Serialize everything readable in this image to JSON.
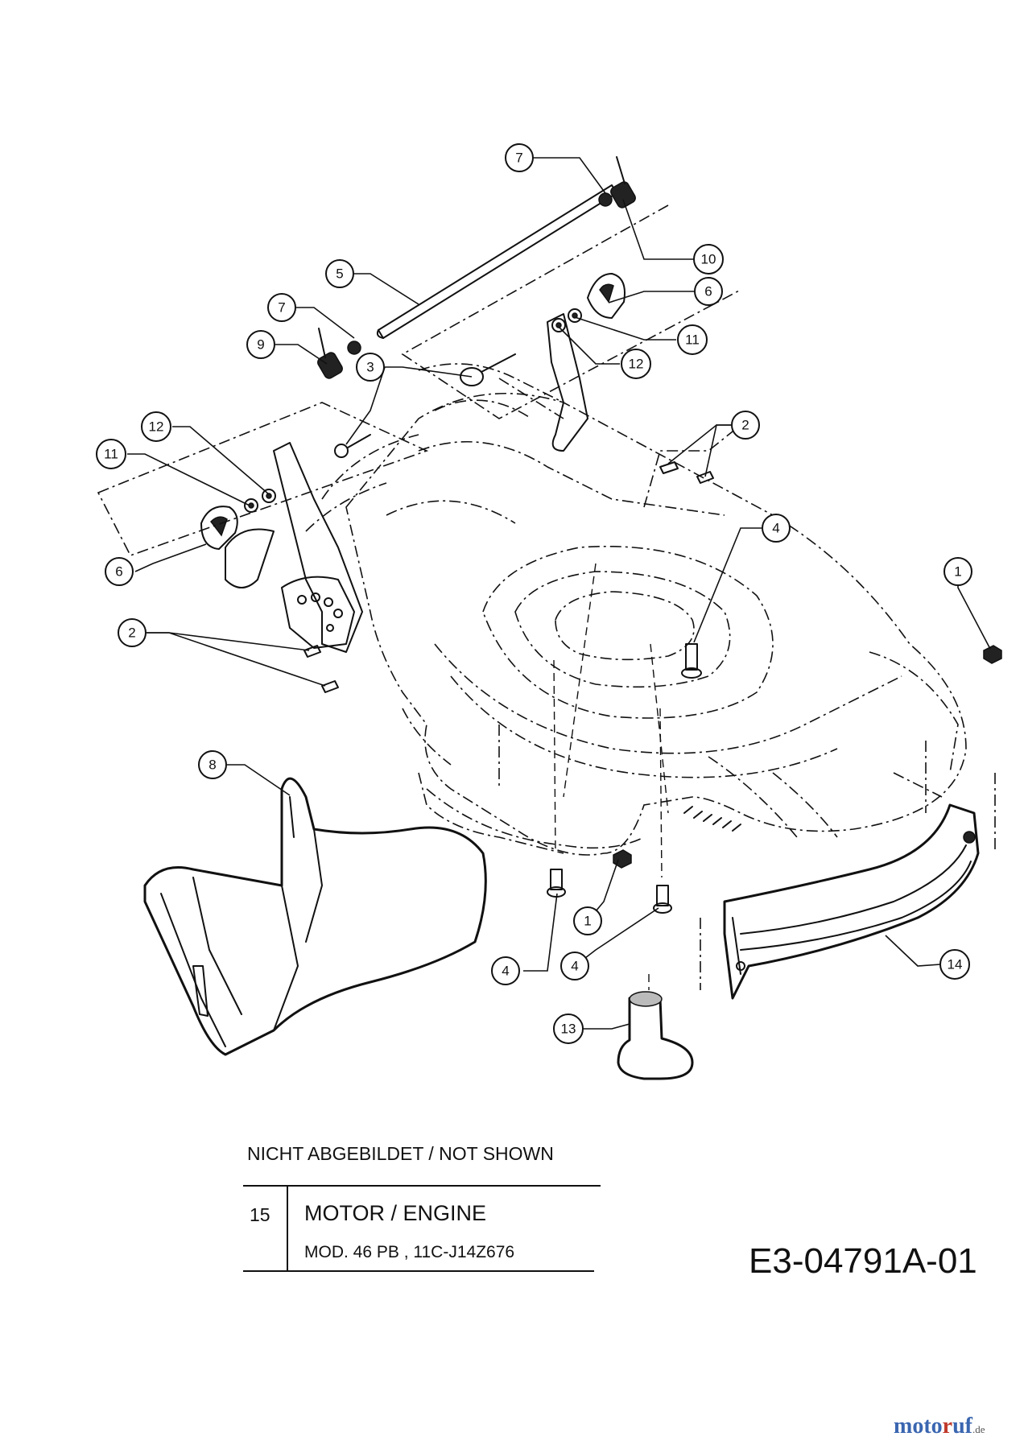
{
  "callouts": [
    {
      "id": "c7a",
      "label": "7"
    },
    {
      "id": "c10",
      "label": "10"
    },
    {
      "id": "c5",
      "label": "5"
    },
    {
      "id": "c6a",
      "label": "6"
    },
    {
      "id": "c7b",
      "label": "7"
    },
    {
      "id": "c11a",
      "label": "11"
    },
    {
      "id": "c9",
      "label": "9"
    },
    {
      "id": "c3",
      "label": "3"
    },
    {
      "id": "c12a",
      "label": "12"
    },
    {
      "id": "c2a",
      "label": "2"
    },
    {
      "id": "c12b",
      "label": "12"
    },
    {
      "id": "c11b",
      "label": "11"
    },
    {
      "id": "c4a",
      "label": "4"
    },
    {
      "id": "c1a",
      "label": "1"
    },
    {
      "id": "c6b",
      "label": "6"
    },
    {
      "id": "c2b",
      "label": "2"
    },
    {
      "id": "c8",
      "label": "8"
    },
    {
      "id": "c1b",
      "label": "1"
    },
    {
      "id": "c4b",
      "label": "4"
    },
    {
      "id": "c4c",
      "label": "4"
    },
    {
      "id": "c14",
      "label": "14"
    },
    {
      "id": "c13",
      "label": "13"
    }
  ],
  "legend": {
    "header": "NICHT ABGEBILDET / NOT SHOWN",
    "item_number": "15",
    "item_name": "MOTOR / ENGINE",
    "item_model": "MOD.  46 PB , 11C-J14Z676"
  },
  "drawing_code": "E3-04791A-01",
  "brand": {
    "prefix": "moto",
    "accent": "r",
    "suffix": "uf",
    "tld": ".de"
  }
}
